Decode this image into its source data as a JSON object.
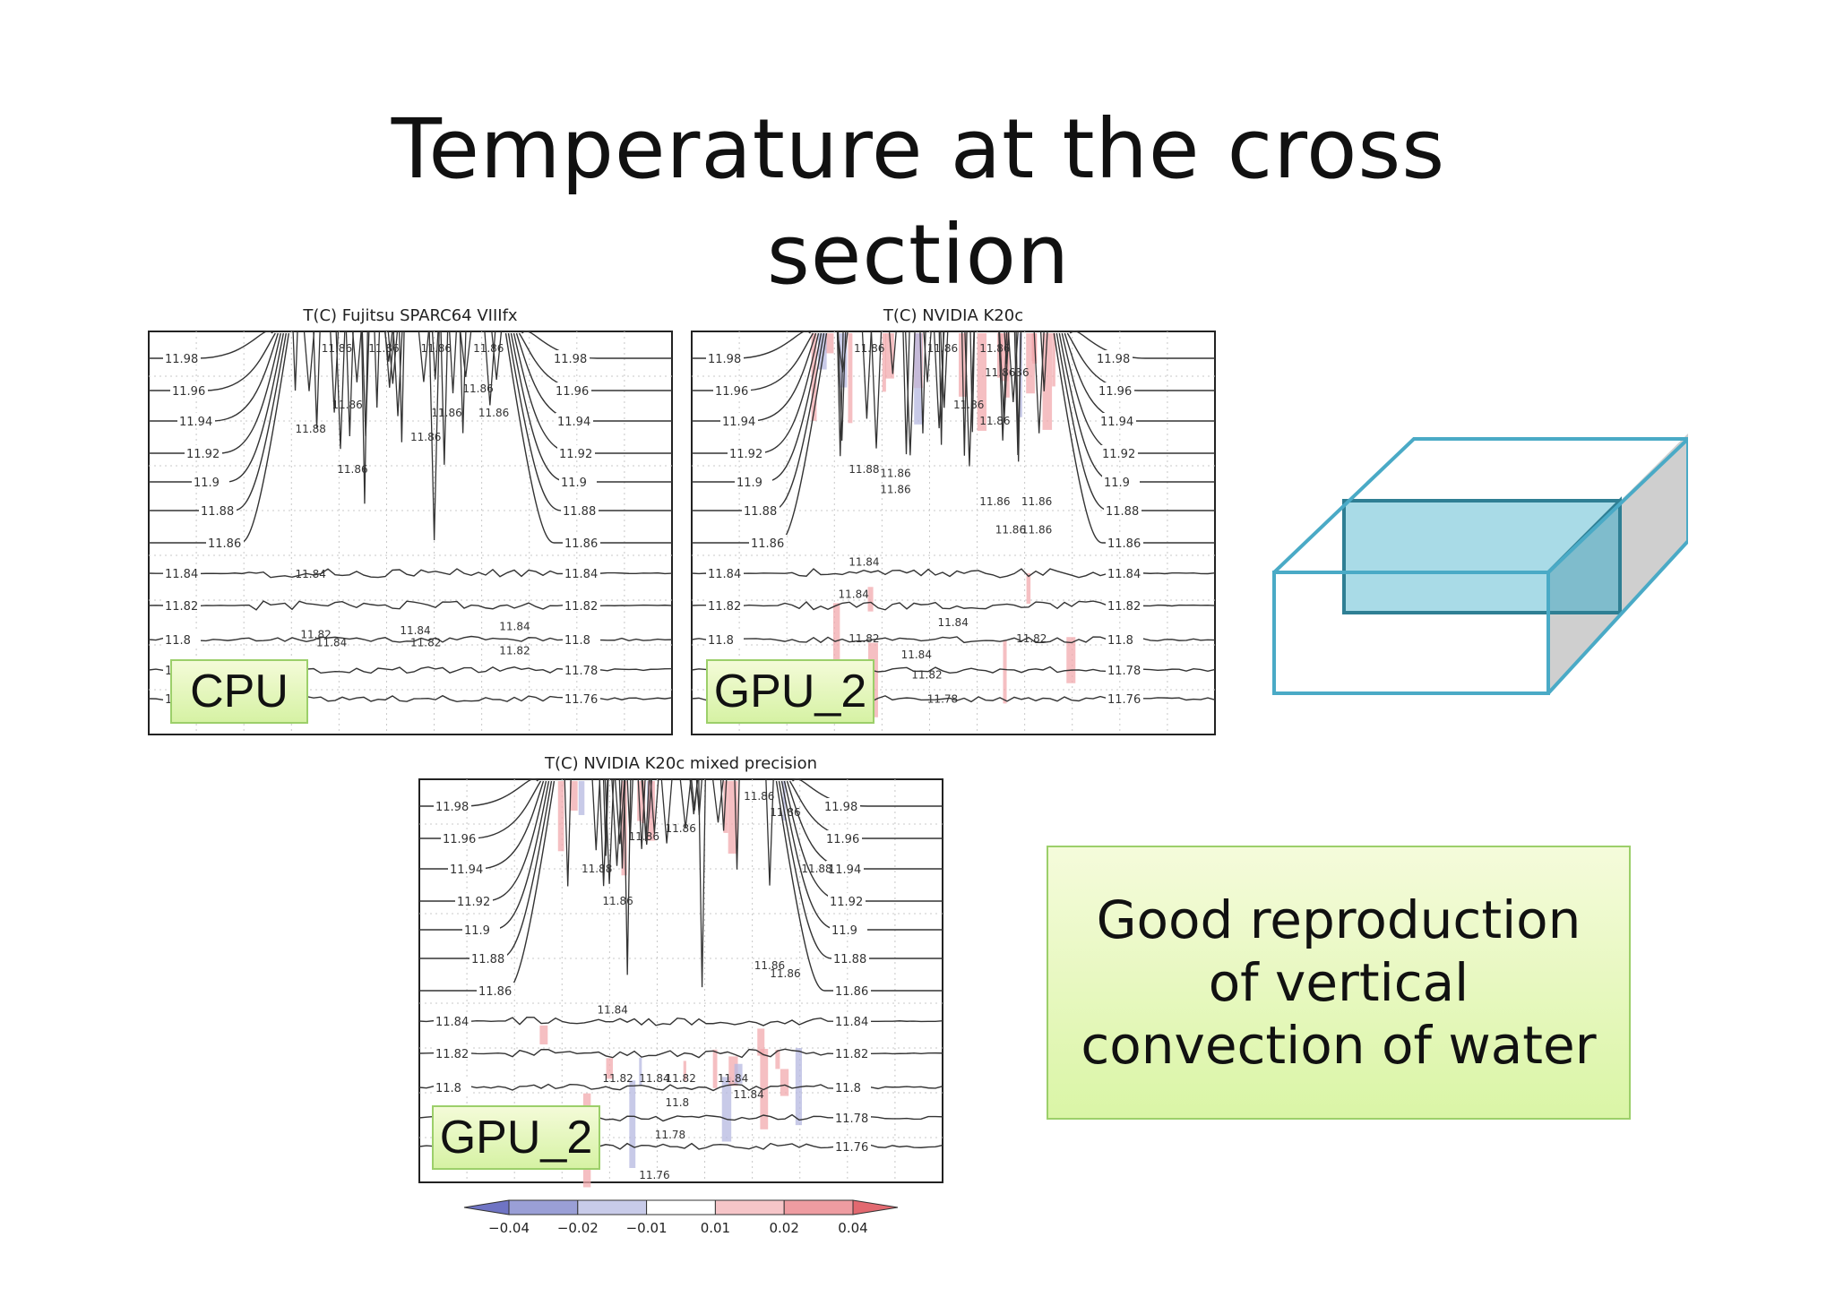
{
  "slide": {
    "title": "Temperature at the cross section",
    "callout": "Good reproduction of vertical convection of water"
  },
  "chart_data": [
    {
      "type": "contour",
      "title": "T(C)   Fujitsu  SPARC64  VIIIfx",
      "badge": "CPU",
      "contour_levels": [
        "11.98",
        "11.96",
        "11.94",
        "11.92",
        "11.9",
        "11.88",
        "11.86",
        "11.84",
        "11.82",
        "11.8",
        "11.78",
        "11.76"
      ],
      "inner_labels": [
        "11.86",
        "11.86",
        "11.86",
        "11.86",
        "11.86",
        "11.86",
        "11.88",
        "11.86",
        "11.86",
        "11.86",
        "11.86",
        "11.84",
        "11.82",
        "11.84",
        "11.84",
        "11.82",
        "11.84",
        "11.82"
      ],
      "difference_shading": false
    },
    {
      "type": "contour",
      "title": "T(C)  NVIDIA  K20c",
      "badge": "GPU_2",
      "contour_levels": [
        "11.98",
        "11.96",
        "11.94",
        "11.92",
        "11.9",
        "11.88",
        "11.86",
        "11.84",
        "11.82",
        "11.8",
        "11.78",
        "11.76"
      ],
      "inner_labels": [
        "11.86",
        "11.86",
        "11.86",
        "11.8636",
        "11.86",
        "11.86",
        "11.88",
        "11.86",
        "11.86",
        "11.86",
        "11.86",
        "11.86",
        "11.86",
        "11.84",
        "11.84",
        "11.84",
        "11.82",
        "11.82",
        "11.84",
        "11.82",
        "11.78"
      ],
      "difference_shading": true
    },
    {
      "type": "contour",
      "title": "T(C)  NVIDIA  K20c  mixed  precision",
      "badge": "GPU_2",
      "contour_levels": [
        "11.98",
        "11.96",
        "11.94",
        "11.92",
        "11.9",
        "11.88",
        "11.86",
        "11.84",
        "11.82",
        "11.8",
        "11.78",
        "11.76"
      ],
      "inner_labels": [
        "11.86",
        "11.86",
        "11.86",
        "11.86",
        "11.88",
        "11.88",
        "11.86",
        "11.86",
        "11.86",
        "11.84",
        "11.82",
        "11.84",
        "11.82",
        "11.8",
        "11.84",
        "11.84",
        "11.78",
        "11.76"
      ],
      "difference_shading": true,
      "colorbar": {
        "ticks": [
          "−0.04",
          "−0.02",
          "−0.01",
          "0.01",
          "0.02",
          "0.04"
        ],
        "colors": [
          "#6f74c4",
          "#9a9fd6",
          "#c8cbe9",
          "#ffffff",
          "#f6c5c8",
          "#ee9ca1",
          "#e26970"
        ]
      }
    }
  ],
  "cube_colors": {
    "edge": "#4aaac6",
    "face": "#a9dbe7",
    "side": "#cfcfcf"
  }
}
